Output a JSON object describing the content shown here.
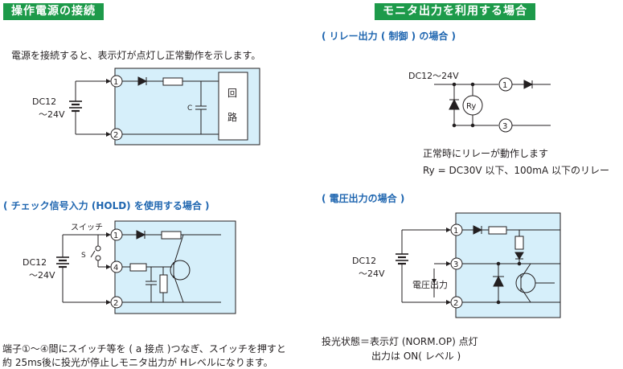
{
  "headers": {
    "left": "操作電源の接続",
    "right": "モニタ出力を利用する場合"
  },
  "power": {
    "description": "電源を接続すると、表示灯が点灯し正常動作を示します。",
    "source_label_1": "DC12",
    "source_label_2": "～24V",
    "cap_label": "C",
    "circuit_char_1": "回",
    "circuit_char_2": "路",
    "terminal_1": "1",
    "terminal_2": "2"
  },
  "check_input": {
    "title": "( チェック信号入力 (HOLD) を使用する場合 )",
    "switch_label": "スイッチ",
    "s_label": "S",
    "source_label_1": "DC12",
    "source_label_2": "～24V",
    "terminal_1": "1",
    "terminal_4": "4",
    "terminal_2": "2",
    "note_line1": "端子①～④間にスイッチ等を ( a 接点 )つなぎ、スイッチを押すと",
    "note_line2": "約 25ms後に投光が停止しモニタ出力が Hレベルになります。"
  },
  "relay_output": {
    "title": "( リレー出力 ( 制御 ) の場合 )",
    "source_label": "DC12～24V",
    "relay_label": "Ry",
    "terminal_1": "1",
    "terminal_3": "3",
    "note_line1": "正常時にリレーが動作します",
    "note_line2": "Ry = DC30V 以下、100mA 以下のリレー"
  },
  "voltage_output": {
    "title": "( 電圧出力の場合 )",
    "source_label_1": "DC12",
    "source_label_2": "～24V",
    "voltage_label": "電圧出力",
    "terminal_1": "1",
    "terminal_3": "3",
    "terminal_2": "2",
    "note_line1": "投光状態＝表示灯 (NORM.OP) 点灯",
    "note_line2": "出力は ON( レベル )"
  }
}
